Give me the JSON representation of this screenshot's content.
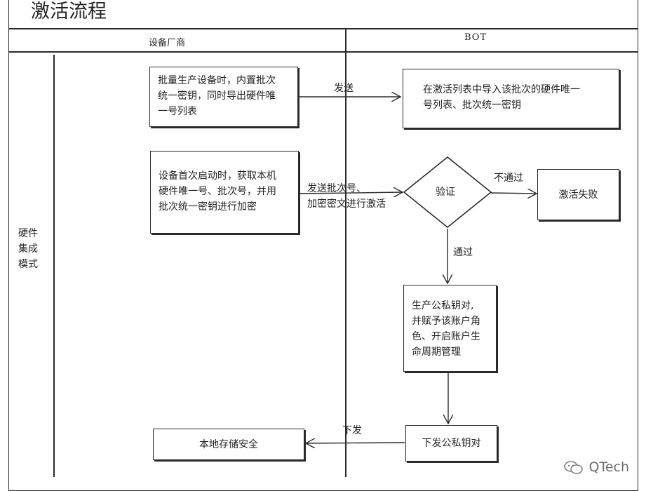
{
  "title": "激活流程",
  "lanes": {
    "left": "设备厂商",
    "right": "BOT"
  },
  "side_label": [
    "硬件",
    "集成",
    "模式"
  ],
  "boxes": {
    "batch_produce": [
      "批量生产设备时，内置批次",
      "统一密钥，同时导出硬件唯",
      "一号列表"
    ],
    "import_list": [
      "在激活列表中导入该批次的硬件唯一",
      "号列表、批次统一密钥"
    ],
    "first_boot": [
      "设备首次启动时，获取本机",
      "硬件唯一号、批次号，并用",
      "批次统一密钥进行加密"
    ],
    "verify": "验证",
    "fail": "激活失败",
    "gen_keys": [
      "生产公私钥对,",
      "并赋予该账户角",
      "色、开启账户生",
      "命周期管理"
    ],
    "issue_keys": "下发公私钥对",
    "store": "本地存储安全"
  },
  "edges": {
    "send": "发送",
    "send_batch": [
      "发送批次号、",
      "加密密文进行激活"
    ],
    "not_pass": "不通过",
    "pass": "通过",
    "issue": "下发"
  },
  "logo": "QTech"
}
